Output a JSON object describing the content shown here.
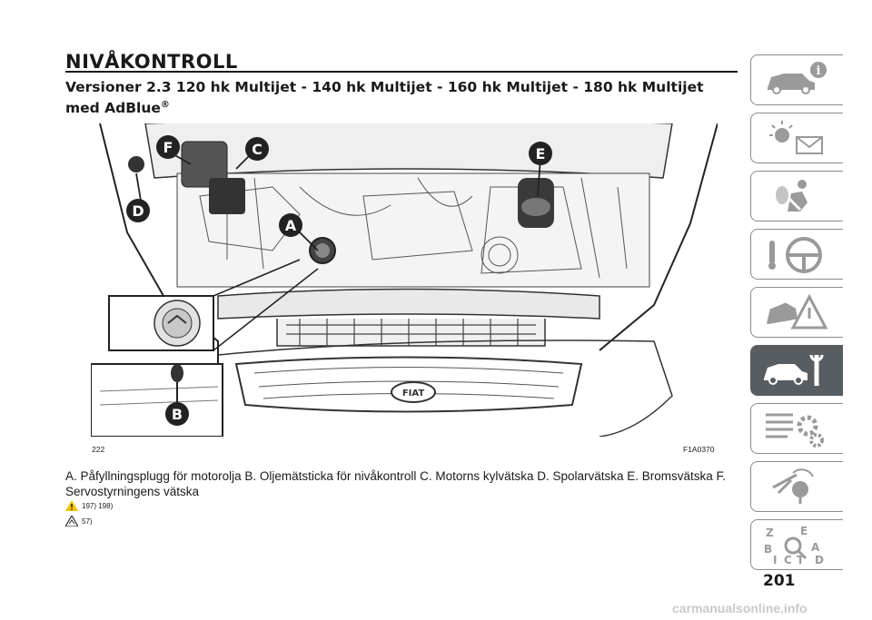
{
  "page": {
    "title": "NIVÅKONTROLL",
    "subtitle": "Versioner 2.3 120 hk Multijet - 140 hk Multijet - 160 hk Multijet - 180 hk Multijet med AdBlue",
    "subtitle_mark": "®",
    "figure_number": "222",
    "figure_code": "F1A0370",
    "caption": "A. Påfyllningsplugg för motorolja B. Oljemätsticka för nivåkontroll C. Motorns kylvätska D. Spolarvätska E. Bromsvätska F. Servostyrningens vätska",
    "warning_refs": "197) 198)",
    "caution_refs": "57)",
    "page_number": "201",
    "watermark": "carmanualsonline.info"
  },
  "callouts": [
    "A",
    "B",
    "C",
    "D",
    "E",
    "F"
  ],
  "tabs": [
    {
      "icon": "car-info-icon",
      "active": false
    },
    {
      "icon": "warning-lights-icon",
      "active": false
    },
    {
      "icon": "airbag-seatbelt-icon",
      "active": false
    },
    {
      "icon": "steering-wheel-icon",
      "active": false
    },
    {
      "icon": "emergency-icon",
      "active": false
    },
    {
      "icon": "car-maintenance-icon",
      "active": true
    },
    {
      "icon": "technical-data-icon",
      "active": false
    },
    {
      "icon": "multimedia-icon",
      "active": false
    },
    {
      "icon": "index-icon",
      "active": false
    }
  ],
  "colors": {
    "accent": "#585d61",
    "warning": "#f5c400",
    "text": "#1a1a1a"
  }
}
